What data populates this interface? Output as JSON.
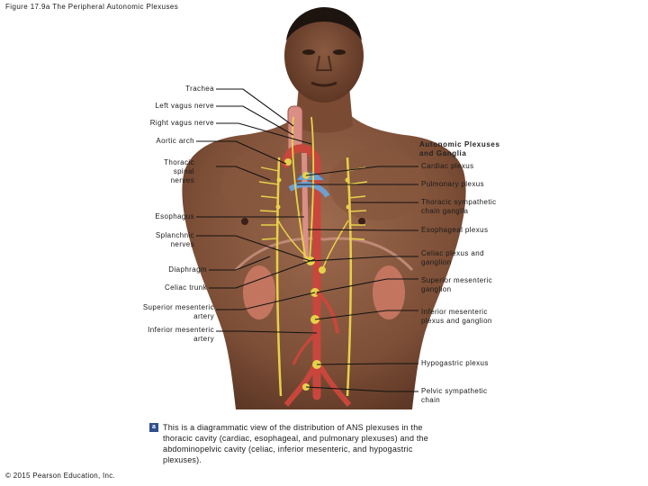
{
  "figure_title": "Figure 17.9a The Peripheral Autonomic Plexuses",
  "heading": "Autonomic Plexuses\nand Ganglia",
  "left_labels": [
    {
      "id": "trachea",
      "text": "Trachea"
    },
    {
      "id": "left-vagus",
      "text": "Left vagus nerve"
    },
    {
      "id": "right-vagus",
      "text": "Right vagus nerve"
    },
    {
      "id": "aortic-arch",
      "text": "Aortic arch"
    },
    {
      "id": "thoracic-spinal",
      "text": "Thoracic\nspinal\nnerves"
    },
    {
      "id": "esophagus",
      "text": "Esophagus"
    },
    {
      "id": "splanchnic",
      "text": "Splanchnic\nnerves"
    },
    {
      "id": "diaphragm",
      "text": "Diaphragm"
    },
    {
      "id": "celiac-trunk",
      "text": "Celiac trunk"
    },
    {
      "id": "superior-mesenteric-artery",
      "text": "Superior mesenteric\nartery"
    },
    {
      "id": "inferior-mesenteric-artery",
      "text": "Inferior mesenteric\nartery"
    }
  ],
  "right_labels": [
    {
      "id": "cardiac-plexus",
      "text": "Cardiac plexus"
    },
    {
      "id": "pulmonary-plexus",
      "text": "Pulmonary plexus"
    },
    {
      "id": "thoracic-sympathetic",
      "text": "Thoracic sympathetic\nchain ganglia"
    },
    {
      "id": "esophageal-plexus",
      "text": "Esophageal plexus"
    },
    {
      "id": "celiac-plexus",
      "text": "Celiac plexus and\nganglion"
    },
    {
      "id": "superior-mesenteric-ganglion",
      "text": "Superior mesenteric\nganglion"
    },
    {
      "id": "inferior-mesenteric-plexus",
      "text": "Inferior mesenteric\nplexus and ganglion"
    },
    {
      "id": "hypogastric-plexus",
      "text": "Hypogastric plexus"
    },
    {
      "id": "pelvic-sympathetic",
      "text": "Pelvic sympathetic\nchain"
    }
  ],
  "caption": {
    "badge": "a",
    "text": "This is a diagrammatic view of the distribution of ANS plexuses in the thoracic cavity (cardiac, esophageal, and pulmonary plexuses) and the abdominopelvic cavity (celiac, inferior mesenteric, and hypogastric plexuses)."
  },
  "copyright": "© 2015 Pearson Education, Inc.",
  "colors": {
    "skin": "#8a5a40",
    "nerve": "#e6d24a",
    "artery": "#c8463c",
    "vein": "#6f9fd0",
    "leader": "#111111"
  }
}
